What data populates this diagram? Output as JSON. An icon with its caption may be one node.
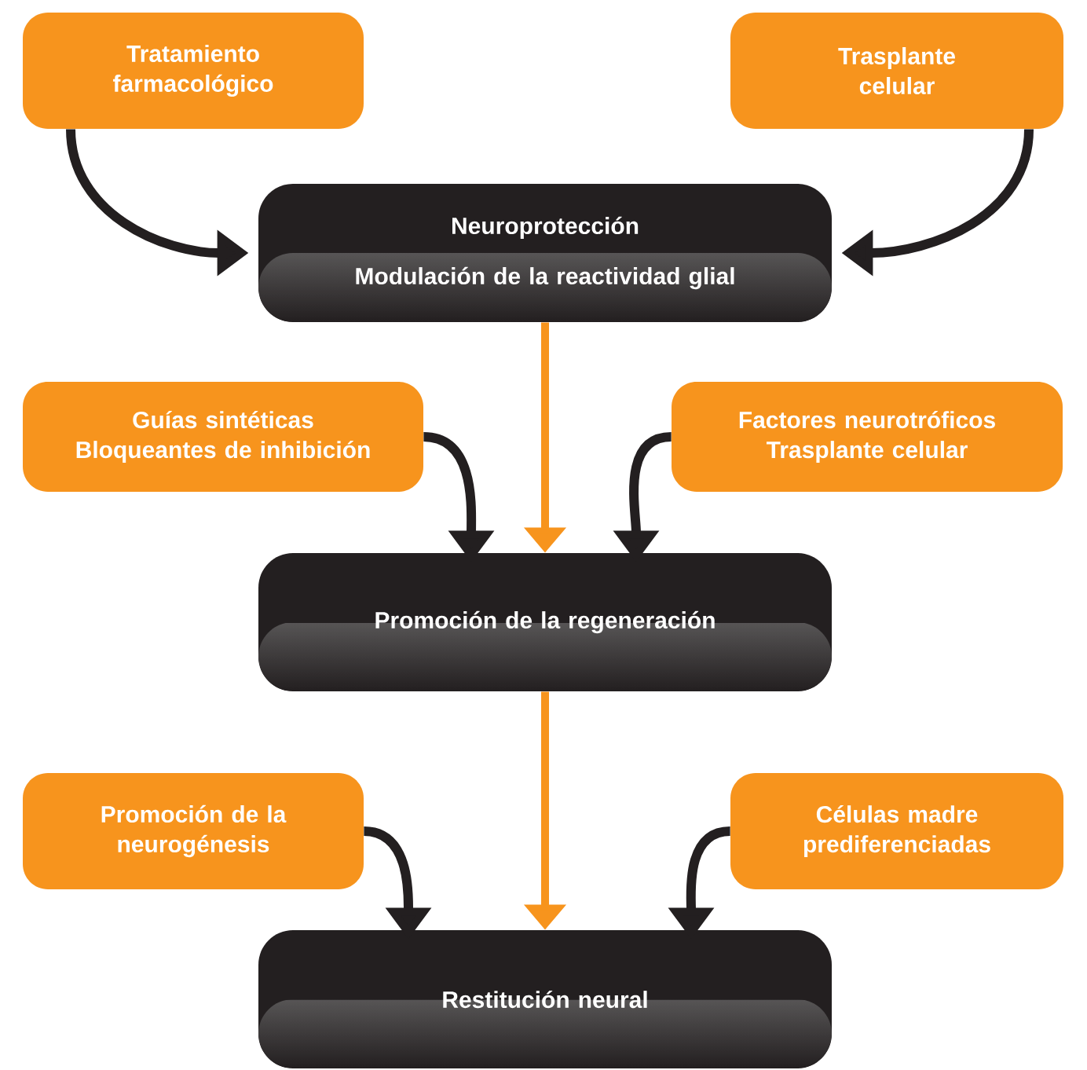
{
  "diagram": {
    "nodes": [
      {
        "text": [
          "Tratamiento farmacológico"
        ]
      },
      {
        "text": [
          "Trasplante celular"
        ]
      },
      {
        "text": [
          "Neuroprotección",
          "Modulación de la reactividad glial"
        ]
      },
      {
        "text": [
          "Guías sintéticas",
          "Bloqueantes de inhibición"
        ]
      },
      {
        "text": [
          "Factores neurotróficos",
          "Trasplante celular"
        ]
      },
      {
        "text": [
          "Promoción de la regeneración"
        ]
      },
      {
        "text": [
          "Promoción de la neurogénesis"
        ]
      },
      {
        "text": [
          "Células madre prediferenciadas"
        ]
      },
      {
        "text": [
          "Restitución neural"
        ]
      }
    ],
    "edges": [
      {
        "from": 0,
        "to": 2,
        "arrow": "to"
      },
      {
        "from": 1,
        "to": 2,
        "arrow": "to"
      },
      {
        "from": 2,
        "to": 5,
        "arrow": "to",
        "color": "#f7941d"
      },
      {
        "from": 3,
        "to": 5,
        "arrow": "to"
      },
      {
        "from": 4,
        "to": 5,
        "arrow": "to"
      },
      {
        "from": 5,
        "to": 8,
        "arrow": "to",
        "color": "#f7941d"
      },
      {
        "from": 6,
        "to": 8,
        "arrow": "to"
      },
      {
        "from": 7,
        "to": 8,
        "arrow": "to"
      }
    ]
  }
}
